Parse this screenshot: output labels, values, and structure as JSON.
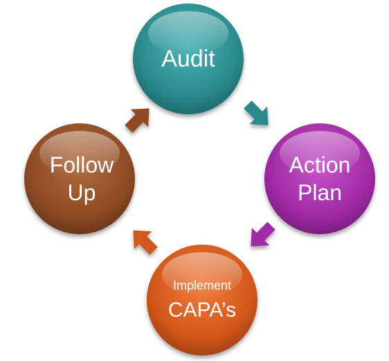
{
  "diagram": {
    "type": "cycle",
    "nodes": [
      {
        "id": "audit",
        "lines": [
          "Audit"
        ],
        "color": "#2a8a8c"
      },
      {
        "id": "action-plan",
        "lines": [
          "Action",
          "Plan"
        ],
        "color": "#a12aa6"
      },
      {
        "id": "implement-capas",
        "lines": [
          "Implement",
          "CAPA’s"
        ],
        "color": "#d3571a"
      },
      {
        "id": "follow-up",
        "lines": [
          "Follow",
          "Up"
        ],
        "color": "#8e4b24"
      }
    ],
    "arrows": [
      {
        "from": "audit",
        "to": "action-plan",
        "color": "#2a8a8c"
      },
      {
        "from": "action-plan",
        "to": "implement-capas",
        "color": "#a12aa6"
      },
      {
        "from": "implement-capas",
        "to": "follow-up",
        "color": "#d3571a"
      },
      {
        "from": "follow-up",
        "to": "audit",
        "color": "#8e4b24"
      }
    ]
  }
}
